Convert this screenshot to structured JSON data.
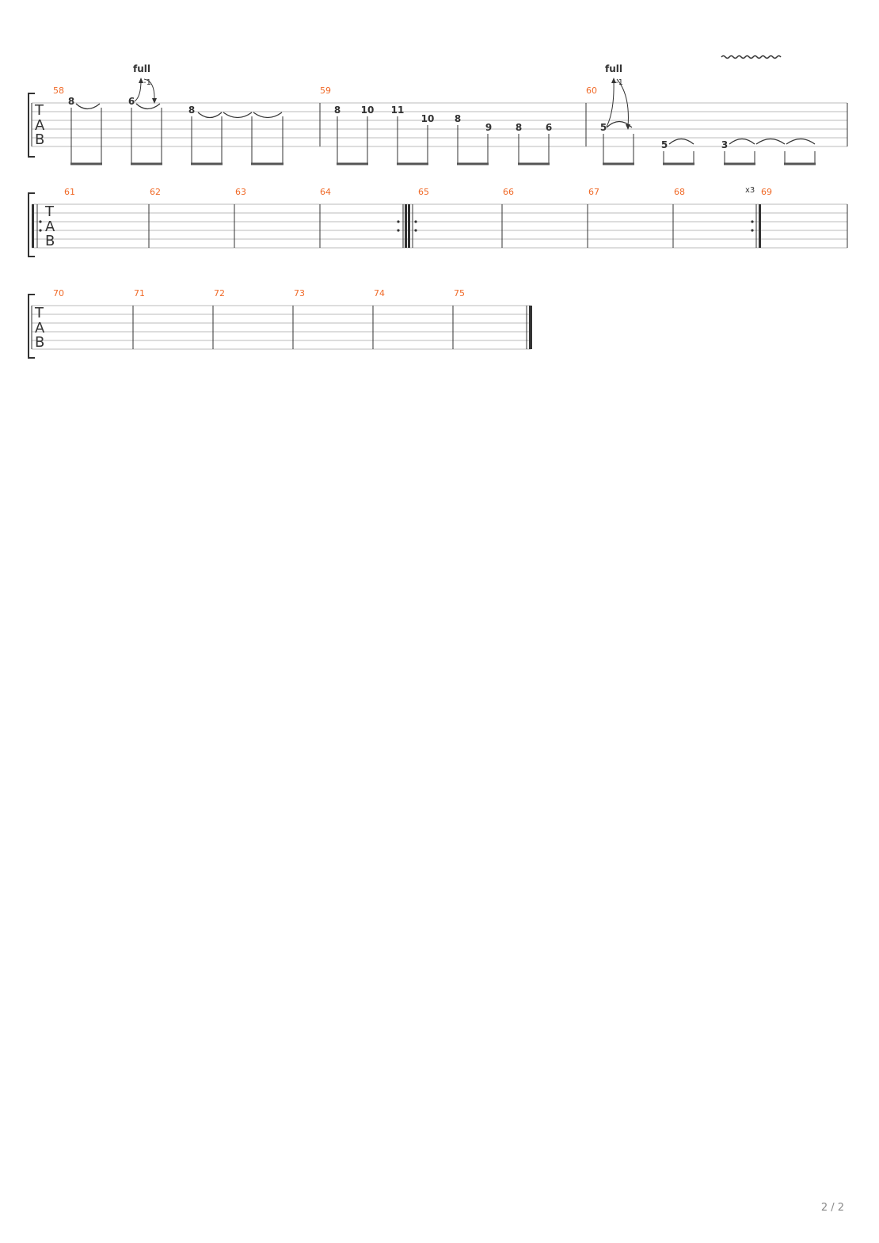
{
  "tab_clef": [
    "T",
    "A",
    "B"
  ],
  "system1": {
    "bar_numbers": [
      "58",
      "59",
      "60"
    ],
    "bend_labels": [
      "full",
      "full"
    ],
    "bend_release_label": "-1",
    "frets": [
      "8",
      "6",
      "8",
      "8",
      "10",
      "11",
      "10",
      "8",
      "9",
      "8",
      "6",
      "5",
      "5",
      "3"
    ]
  },
  "system2": {
    "bar_numbers": [
      "61",
      "62",
      "63",
      "64",
      "65",
      "66",
      "67",
      "68",
      "69"
    ],
    "repeat_count": "x3"
  },
  "system3": {
    "bar_numbers": [
      "70",
      "71",
      "72",
      "73",
      "74",
      "75"
    ]
  },
  "page_number": "2 / 2"
}
